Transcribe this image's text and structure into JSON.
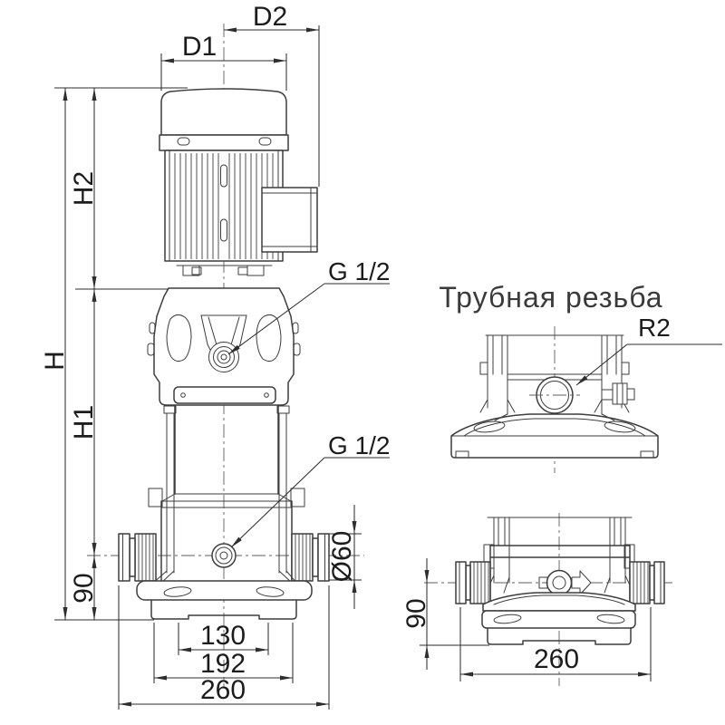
{
  "colors": {
    "background": "#ffffff",
    "object_lines": "#3d3d3d",
    "dimension_lines": "#2e2e2e",
    "text": "#1c1c1c",
    "title_text": "#3a3a3a"
  },
  "title": "Трубная резьба",
  "dimensions": {
    "d1": "D1",
    "d2": "D2",
    "h": "H",
    "h2": "H2",
    "h1": "H1",
    "base_height_90": "90",
    "thread_top": "G 1/2",
    "thread_drain": "G 1/2",
    "port_diameter": "Ø60",
    "width_130": "130",
    "width_192": "192",
    "width_260": "260",
    "r2": "R2",
    "side_height_90": "90",
    "side_width_260": "260"
  }
}
